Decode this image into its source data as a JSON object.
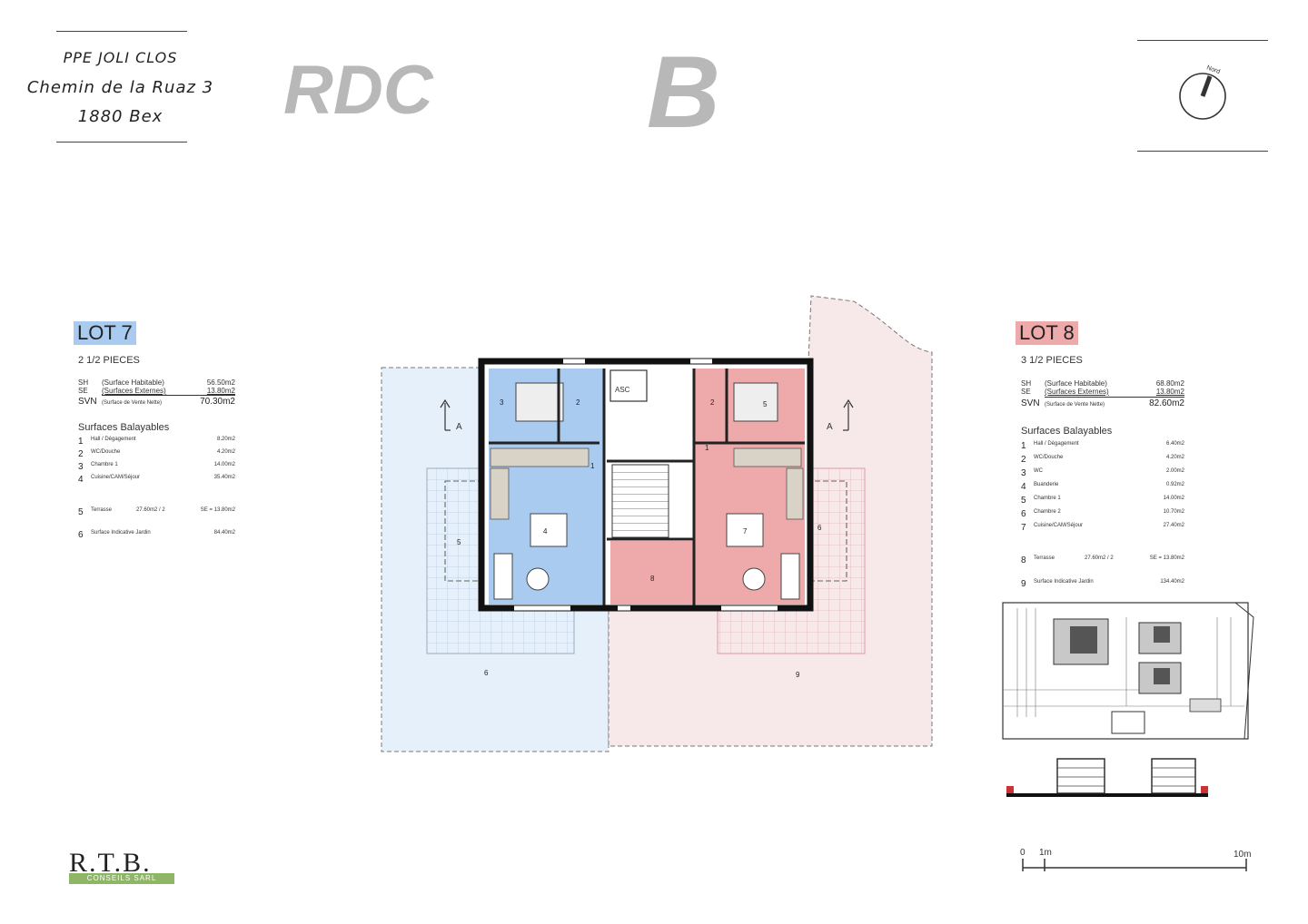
{
  "header": {
    "address_lines": [
      "PPE JOLI CLOS",
      "Chemin  de  la  Ruaz  3",
      "1880  Bex"
    ],
    "level": "RDC",
    "building": "B",
    "north_label": "Nord"
  },
  "lot7": {
    "title": "LOT 7",
    "pieces": "2 1/2 PIECES",
    "sh_code": "SH",
    "sh_label": "(Surface Habitable)",
    "sh_value": "56.50m2",
    "se_code": "SE",
    "se_label": "(Surfaces Externes)",
    "se_value": "13.80m2",
    "svn_code": "SVN",
    "svn_label": "(Surface de Vente Nette)",
    "svn_value": "70.30m2",
    "balayables_title": "Surfaces Balayables",
    "rooms": [
      {
        "n": "1",
        "label": "Hall / Dégagement",
        "value": "8.20m2"
      },
      {
        "n": "2",
        "label": "WC/Douche",
        "value": "4.20m2"
      },
      {
        "n": "3",
        "label": "Chambre 1",
        "value": "14.00m2"
      },
      {
        "n": "4",
        "label": "Cuisine/CAM/Séjour",
        "value": "35.40m2"
      }
    ],
    "terrace": {
      "n": "5",
      "label": "Terrasse",
      "calc": "27.60m2 / 2",
      "value": "SE = 13.80m2"
    },
    "garden": {
      "n": "6",
      "label": "Surface Indicative Jardin",
      "value": "84.40m2"
    }
  },
  "lot8": {
    "title": "LOT 8",
    "pieces": "3 1/2 PIECES",
    "sh_code": "SH",
    "sh_label": "(Surface Habitable)",
    "sh_value": "68.80m2",
    "se_code": "SE",
    "se_label": "(Surfaces Externes)",
    "se_value": "13.80m2",
    "svn_code": "SVN",
    "svn_label": "(Surface de Vente Nette)",
    "svn_value": "82.60m2",
    "balayables_title": "Surfaces Balayables",
    "rooms": [
      {
        "n": "1",
        "label": "Hall / Dégagement",
        "value": "6.40m2"
      },
      {
        "n": "2",
        "label": "WC/Douche",
        "value": "4.20m2"
      },
      {
        "n": "3",
        "label": "WC",
        "value": "2.00m2"
      },
      {
        "n": "4",
        "label": "Buanderie",
        "value": "0.92m2"
      },
      {
        "n": "5",
        "label": "Chambre 1",
        "value": "14.00m2"
      },
      {
        "n": "6",
        "label": "Chambre 2",
        "value": "10.70m2"
      },
      {
        "n": "7",
        "label": "Cuisine/CAM/Séjour",
        "value": "27.40m2"
      }
    ],
    "terrace": {
      "n": "8",
      "label": "Terrasse",
      "calc": "27.60m2 / 2",
      "value": "SE = 13.80m2"
    },
    "garden": {
      "n": "9",
      "label": "Surface Indicative Jardin",
      "value": "134.40m2"
    }
  },
  "plan_labels": {
    "section_marker": "A",
    "asc": "ASC",
    "lot7_rooms": [
      "1",
      "2",
      "3",
      "4",
      "5",
      "6"
    ],
    "lot8_rooms": [
      "1",
      "2",
      "5",
      "6",
      "7",
      "8",
      "9"
    ],
    "room_8_left": "8"
  },
  "scale": {
    "zero": "0",
    "one": "1m",
    "ten": "10m"
  },
  "logo": {
    "text": "R.T.B.",
    "sub": "CONSEILS SARL"
  },
  "colors": {
    "lot7": "#a9cbef",
    "lot8": "#eeaaaa",
    "lot7_garden": "#e6f0fa",
    "lot8_garden": "#f7e9e9",
    "title_grey": "#b8b8b8"
  }
}
